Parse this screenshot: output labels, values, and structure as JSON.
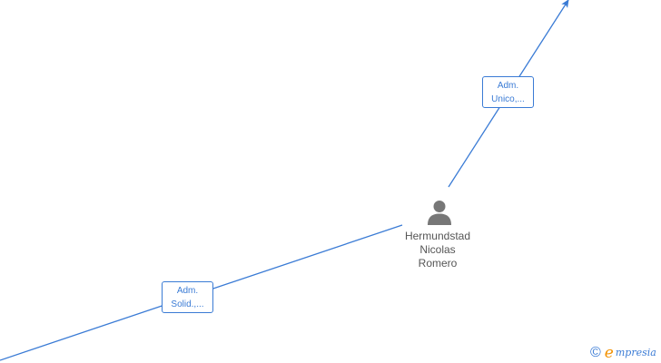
{
  "person": {
    "name_lines": [
      "Hermundstad",
      "Nicolas",
      "Romero"
    ],
    "icon": "person-icon"
  },
  "edges": [
    {
      "label_lines": [
        "Adm.",
        "Unico,..."
      ],
      "direction": "outgoing-arrow"
    },
    {
      "label_lines": [
        "Adm.",
        "Solid.,..."
      ],
      "direction": "incoming"
    }
  ],
  "brand": {
    "copyright_symbol": "©",
    "logo_initial": "e",
    "logo_rest": "mpresia"
  },
  "colors": {
    "edge": "#3a7bd5",
    "person_icon": "#777777",
    "text": "#555555",
    "brand_accent": "#f29100"
  }
}
